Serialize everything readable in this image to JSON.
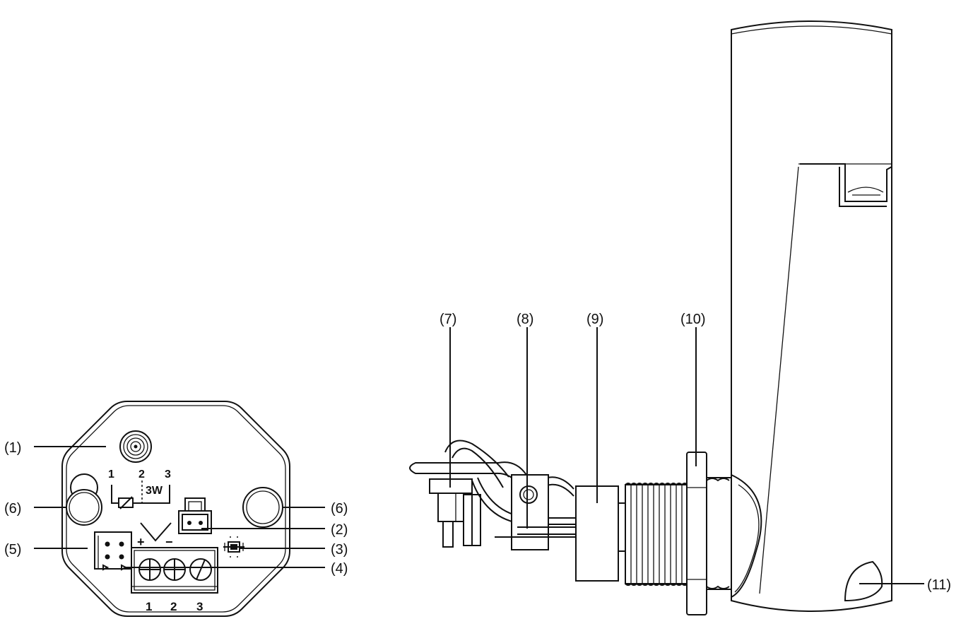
{
  "callouts": {
    "c1": "(1)",
    "c2": "(2)",
    "c3": "(3)",
    "c4": "(4)",
    "c5": "(5)",
    "c6_left": "(6)",
    "c6_right": "(6)",
    "c7": "(7)",
    "c8": "(8)",
    "c9": "(9)",
    "c10": "(10)",
    "c11": "(11)"
  },
  "markings": {
    "pin_1": "1",
    "pin_2": "2",
    "pin_3": "3",
    "mode_3w": "3W",
    "plus": "+",
    "minus": "−",
    "term_1": "1",
    "term_2": "2",
    "term_3": "3"
  }
}
